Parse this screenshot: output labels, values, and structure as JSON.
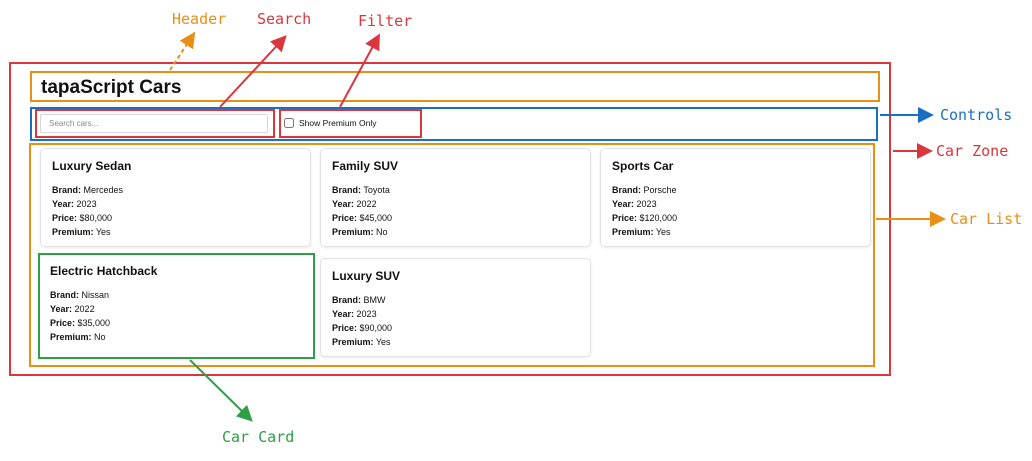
{
  "app": {
    "title": "tapaScript Cars"
  },
  "controls": {
    "search_placeholder": "Search cars...",
    "filter_label": "Show Premium Only"
  },
  "labels": {
    "brand": "Brand:",
    "year": "Year:",
    "price": "Price:",
    "premium": "Premium:"
  },
  "cars": [
    {
      "name": "Luxury Sedan",
      "brand": "Mercedes",
      "year": "2023",
      "price": "$80,000",
      "premium": "Yes"
    },
    {
      "name": "Family SUV",
      "brand": "Toyota",
      "year": "2022",
      "price": "$45,000",
      "premium": "No"
    },
    {
      "name": "Sports Car",
      "brand": "Porsche",
      "year": "2023",
      "price": "$120,000",
      "premium": "Yes"
    },
    {
      "name": "Electric Hatchback",
      "brand": "Nissan",
      "year": "2022",
      "price": "$35,000",
      "premium": "No"
    },
    {
      "name": "Luxury SUV",
      "brand": "BMW",
      "year": "2023",
      "price": "$90,000",
      "premium": "Yes"
    }
  ],
  "annotations": {
    "header": "Header",
    "search": "Search",
    "filter": "Filter",
    "controls": "Controls",
    "car_zone": "Car Zone",
    "car_list": "Car List",
    "car_card": "Car Card"
  },
  "colors": {
    "app_outline": "#d9363e",
    "header_outline": "#e88f14",
    "controls_outline": "#1a6fc4",
    "card_highlight": "#2f9e44"
  }
}
